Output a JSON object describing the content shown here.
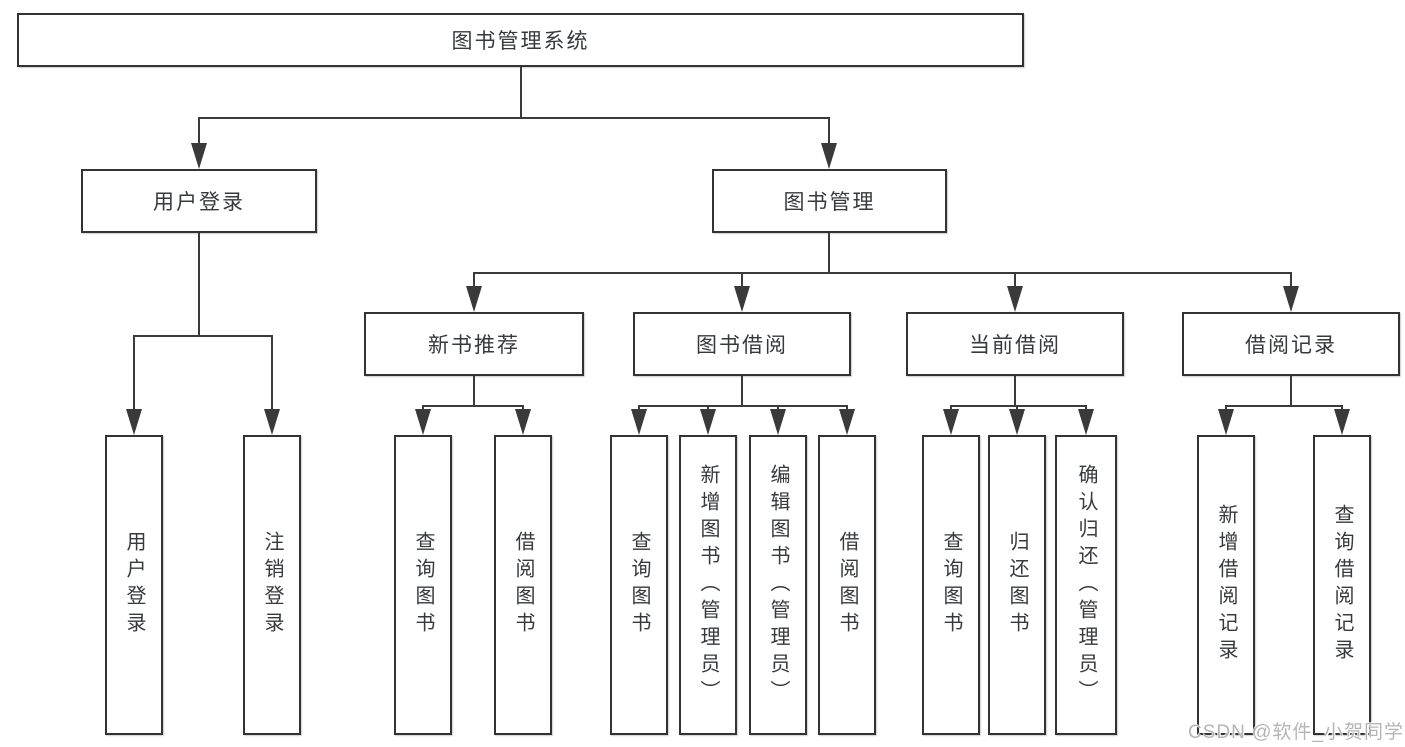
{
  "diagram": {
    "root": {
      "label": "图书管理系统"
    },
    "branches": [
      {
        "label": "用户登录",
        "children": [
          {
            "label": "用户登录"
          },
          {
            "label": "注销登录"
          }
        ]
      },
      {
        "label": "图书管理",
        "children": [
          {
            "label": "新书推荐",
            "children": [
              {
                "label": "查询图书"
              },
              {
                "label": "借阅图书"
              }
            ]
          },
          {
            "label": "图书借阅",
            "children": [
              {
                "label": "查询图书"
              },
              {
                "label": "新增图书（管理员）"
              },
              {
                "label": "编辑图书（管理员）"
              },
              {
                "label": "借阅图书"
              }
            ]
          },
          {
            "label": "当前借阅",
            "children": [
              {
                "label": "查询图书"
              },
              {
                "label": "归还图书"
              },
              {
                "label": "确认归还（管理员）"
              }
            ]
          },
          {
            "label": "借阅记录",
            "children": [
              {
                "label": "新增借阅记录"
              },
              {
                "label": "查询借阅记录"
              }
            ]
          }
        ]
      }
    ]
  },
  "watermark": {
    "text": "CSDN @软件_小贺同学"
  },
  "colors": {
    "line": "#3a3a3a",
    "box_border": "#333333",
    "text": "#36393d",
    "watermark": "#b5b5b5",
    "background": "#ffffff"
  }
}
